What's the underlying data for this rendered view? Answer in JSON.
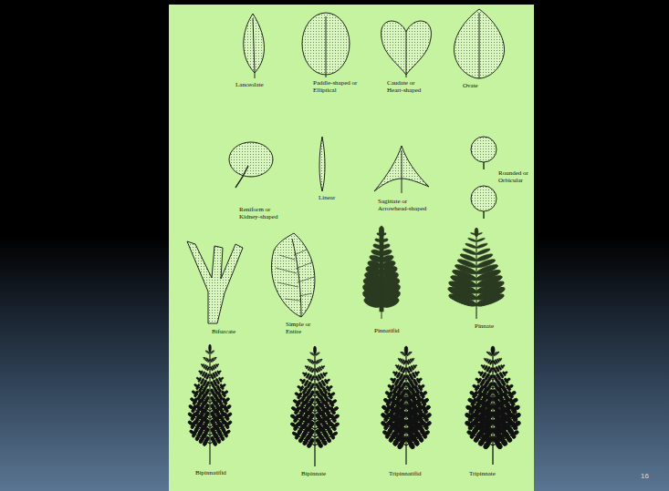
{
  "diagram": {
    "labels": [
      "Lanceolate",
      "Paddle-shaped or Elliptical",
      "Caudate or Heart-shaped",
      "Ovate",
      "Reniform or Kidney-shaped",
      "Linear",
      "Sagittate or Arrowhead-shaped",
      "Rounded or Orbicular",
      "Bifurcate",
      "Simple or Entire",
      "Pinnatifid",
      "Pinnate",
      "Bipinnatifid",
      "Bipinnate",
      "Tripinnatifid",
      "Tripinnate",
      "16"
    ]
  }
}
